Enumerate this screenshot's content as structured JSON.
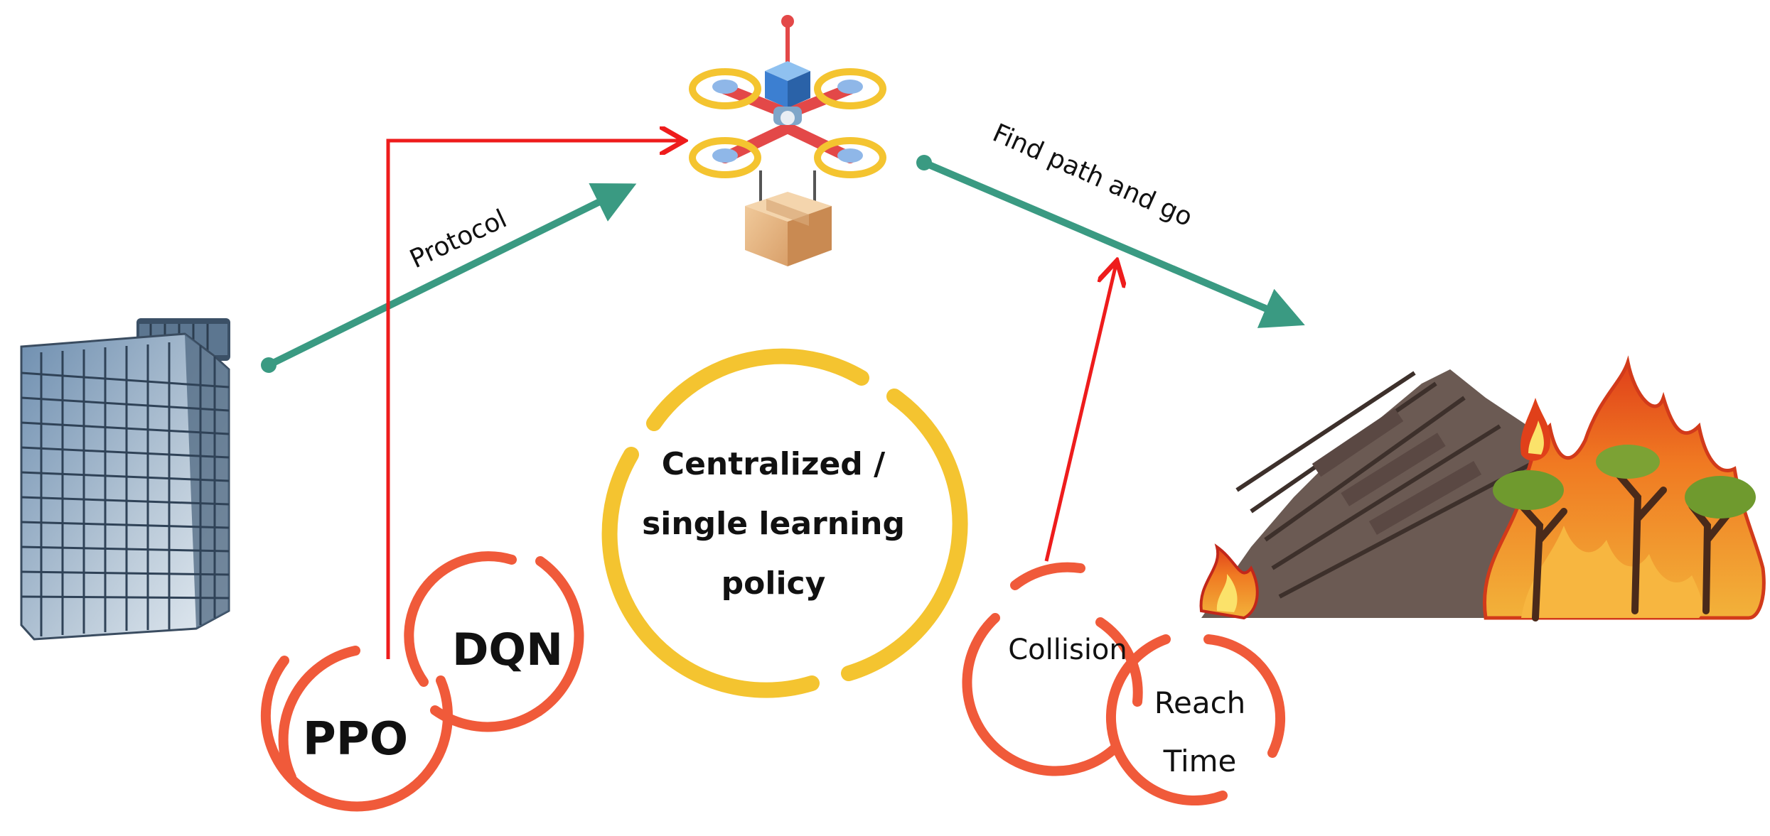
{
  "labels": {
    "protocol": "Protocol",
    "find_path": "Find path and go",
    "policy_line1": "Centralized /",
    "policy_line2": "single learning",
    "policy_line3": "policy",
    "dqn": "DQN",
    "ppo": "PPO",
    "collision": "Collision",
    "reach_line1": "Reach",
    "reach_line2": "Time"
  },
  "icons": {
    "building": "office-building-icon",
    "drone": "delivery-drone-icon",
    "package": "cardboard-box-icon",
    "disaster": "collapsed-building-fire-icon"
  },
  "colors": {
    "teal_arrow": "#3a9a82",
    "red_arrow": "#ee1c1c",
    "policy_ring": "#f4c430",
    "algo_ring": "#f05a3a",
    "reward_ring": "#f05a3a"
  }
}
